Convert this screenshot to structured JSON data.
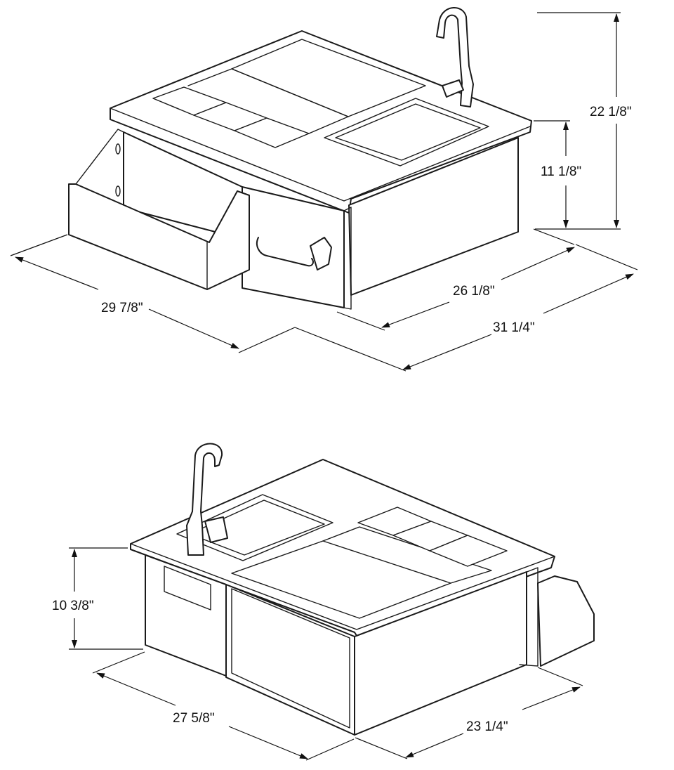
{
  "diagram": {
    "top_view": {
      "dimensions": {
        "overall_height": "22 1/8\"",
        "counter_height": "11 1/8\"",
        "left_width": "29 7/8\"",
        "inner_depth": "26 1/8\"",
        "overall_depth": "31 1/4\""
      }
    },
    "bottom_view": {
      "dimensions": {
        "body_height": "10 3/8\"",
        "front_width": "27 5/8\"",
        "side_depth": "23 1/4\""
      }
    }
  },
  "colors": {
    "line": "#1a1a1a",
    "background": "#ffffff"
  }
}
